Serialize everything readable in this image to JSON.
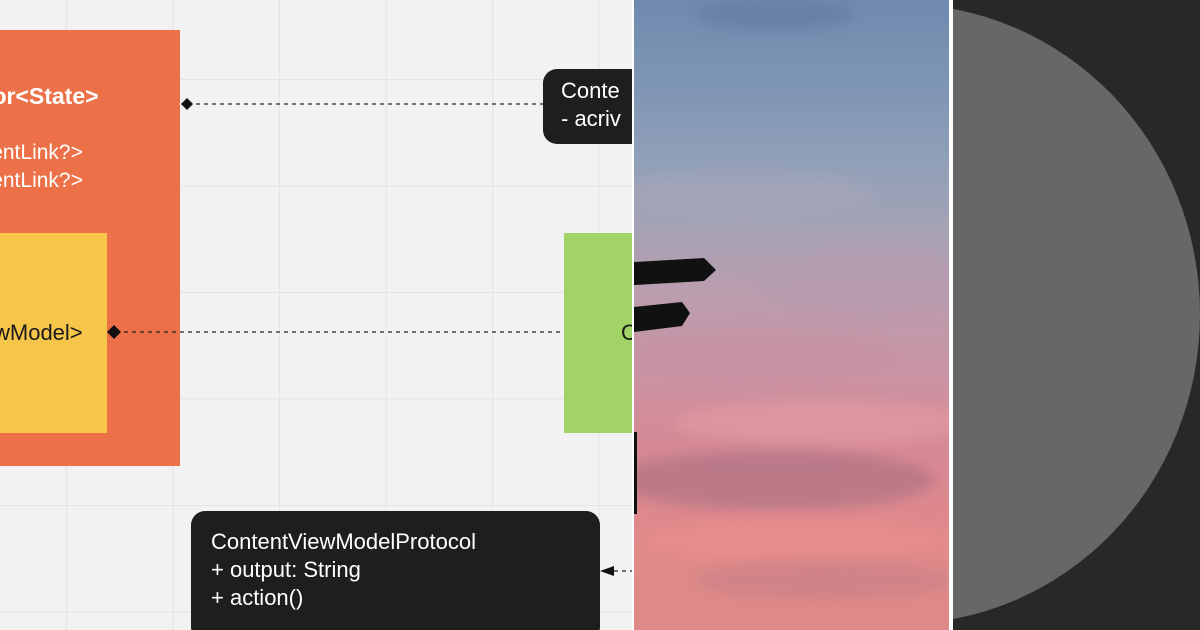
{
  "diagram": {
    "coordinator": {
      "title": "ator<State>",
      "properties": [
        "ontentLink?>",
        "ontentLink?>"
      ]
    },
    "view": {
      "label": "wModel>"
    },
    "green_box": {
      "label": "C"
    },
    "note_top": {
      "lines": [
        "Conte",
        "- acriv"
      ]
    },
    "note_bottom": {
      "lines": [
        "ContentViewModelProtocol",
        "+ output: String",
        "+ action()"
      ]
    }
  },
  "photo": {
    "subject": "signpost-silhouette-sunset-sky"
  },
  "colors": {
    "coordinator": "#ec7148",
    "view": "#f6c54a",
    "green": "#a2d366",
    "note": "#1e1e1e",
    "dark_panel": "#282828",
    "circle": "#676767"
  }
}
